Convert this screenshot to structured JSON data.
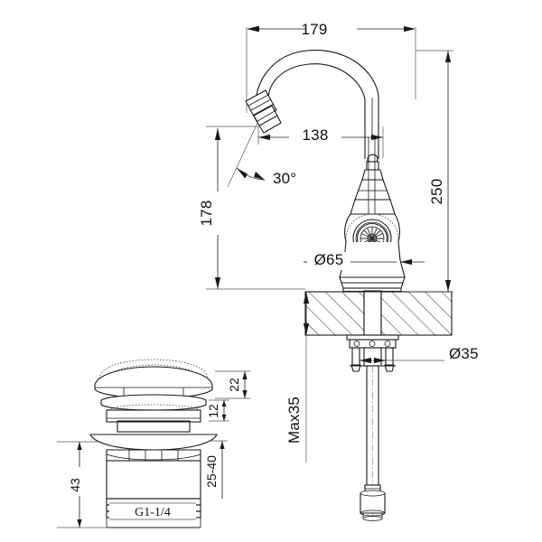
{
  "drawing": {
    "title": "Basin mixer tap and pop-up waste technical drawing",
    "units": "mm",
    "line_color": "#1a1a1a",
    "background": "#ffffff"
  },
  "dimensions": {
    "spout_height_overall": "179",
    "spout_reach": "138",
    "spout_outlet_height": "178",
    "aerator_angle": "30°",
    "base_diameter": "Ø65",
    "tap_total_height": "250",
    "shank_diameter": "Ø35",
    "max_counter_thickness": "Max35"
  },
  "waste_dimensions": {
    "cap_height": "22",
    "flange_height": "12",
    "adjust_range": "25-40",
    "body_height": "43",
    "thread_size": "G1-1/4"
  },
  "labels": {
    "dim_179": "179",
    "dim_138": "138",
    "dim_178": "178",
    "dim_30deg": "30°",
    "dim_d65": "Ø65",
    "dim_250": "250",
    "dim_d35": "Ø35",
    "dim_max35": "Max35",
    "dim_22": "22",
    "dim_12": "12",
    "dim_25_40": "25-40",
    "dim_43": "43",
    "dim_g114": "G1-1/4"
  }
}
